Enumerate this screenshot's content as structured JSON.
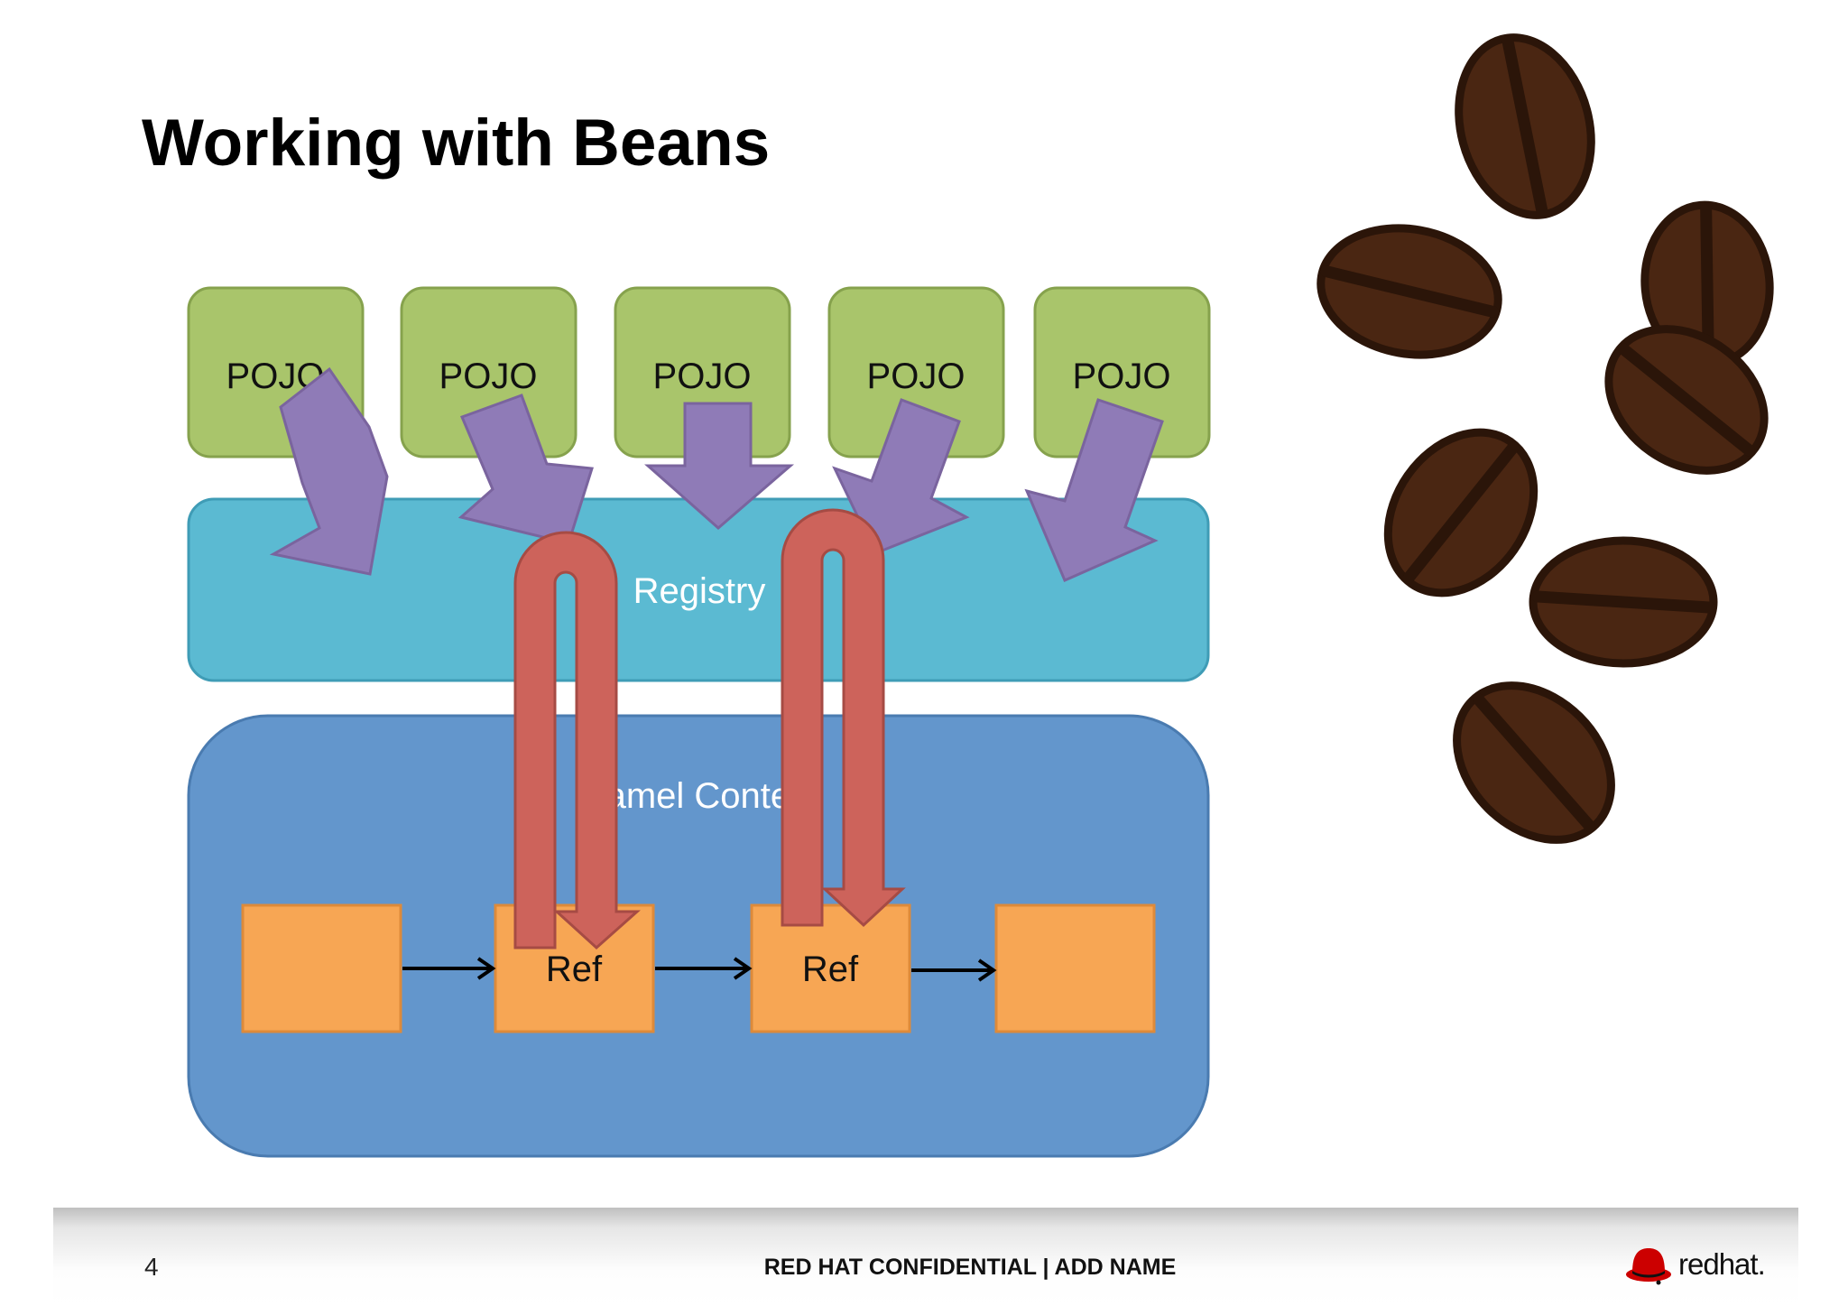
{
  "slide": {
    "title": "Working with Beans",
    "page_number": "4",
    "footer_text": "RED HAT CONFIDENTIAL | ADD NAME",
    "brand_logo": "red-hat-logo",
    "brand_text": "redhat."
  },
  "diagram": {
    "pojo_label": "POJO",
    "pojo_count": 5,
    "registry_label": "Registry",
    "camel_context_label": "Camel Context",
    "ref_label": "Ref",
    "colors": {
      "pojo": "#a9c56b",
      "pojo_stroke": "#86a24d",
      "registry": "#5bbad2",
      "registry_stroke": "#3f9cb6",
      "camel_context": "#6396cc",
      "camel_context_stroke": "#4a7bb0",
      "processor": "#f7a654",
      "processor_stroke": "#dd8a3a",
      "arrow_purple": "#8f7bb7",
      "arrow_purple_stroke": "#7a649e",
      "lookup_arrow": "#cd635b",
      "lookup_arrow_stroke": "#a64b44",
      "bean": "#4a2612",
      "bean_outline": "#2b1509"
    }
  },
  "decoration": {
    "icon": "coffee-beans-icon",
    "bean_count": 7
  }
}
